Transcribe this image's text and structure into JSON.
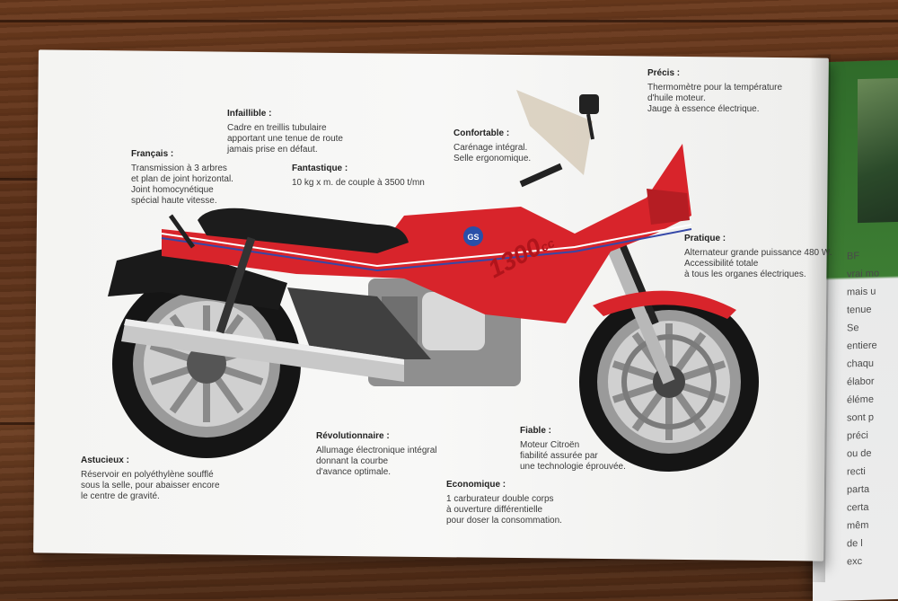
{
  "notes": {
    "precis": {
      "title": "Précis :",
      "body": "Thermomètre pour la température\nd'huile moteur.\nJauge à essence électrique."
    },
    "infaillible": {
      "title": "Infaillible :",
      "body": "Cadre en treillis tubulaire\napportant une tenue de route\njamais prise en défaut."
    },
    "confortable": {
      "title": "Confortable :",
      "body": "Carénage intégral.\nSelle ergonomique."
    },
    "francais": {
      "title": "Français :",
      "body": "Transmission à 3 arbres\net plan de joint horizontal.\nJoint homocynétique\nspécial haute vitesse."
    },
    "fantastique": {
      "title": "Fantastique :",
      "body": "10 kg x m. de couple à 3500 t/mn"
    },
    "pratique": {
      "title": "Pratique :",
      "body": "Alternateur grande puissance 480 W.\nAccessibilité totale\nà tous les organes électriques."
    },
    "revolutionnaire": {
      "title": "Révolutionnaire :",
      "body": "Allumage électronique intégral\ndonnant la courbe\nd'avance optimale."
    },
    "fiable": {
      "title": "Fiable :",
      "body": "Moteur Citroën\nfiabilité assurée par\nune technologie éprouvée."
    },
    "astucieux": {
      "title": "Astucieux :",
      "body": "Réservoir en polyéthylène soufflé\nsous la selle, pour abaisser encore\nle centre de gravité."
    },
    "economique": {
      "title": "Economique :",
      "body": "1 carburateur double corps\nà ouverture différentielle\npour doser la consommation."
    }
  },
  "bike": {
    "badge_text": "1300",
    "badge_suffix": "cc",
    "logo_text": "GS"
  },
  "right_page_fragments": [
    "BF",
    "vrai mo",
    "mais u",
    "tenue",
    "Se",
    "entiere",
    "chaqu",
    "élabor",
    "éléme",
    "sont p",
    "préci",
    "ou de",
    "recti",
    "parta",
    "certa",
    "mêm",
    "de l",
    "exc"
  ],
  "colors": {
    "bike_red": "#d8242b",
    "seat": "#1c1c1c",
    "chrome": "#c8c8c8",
    "page": "#f4f4f2"
  }
}
